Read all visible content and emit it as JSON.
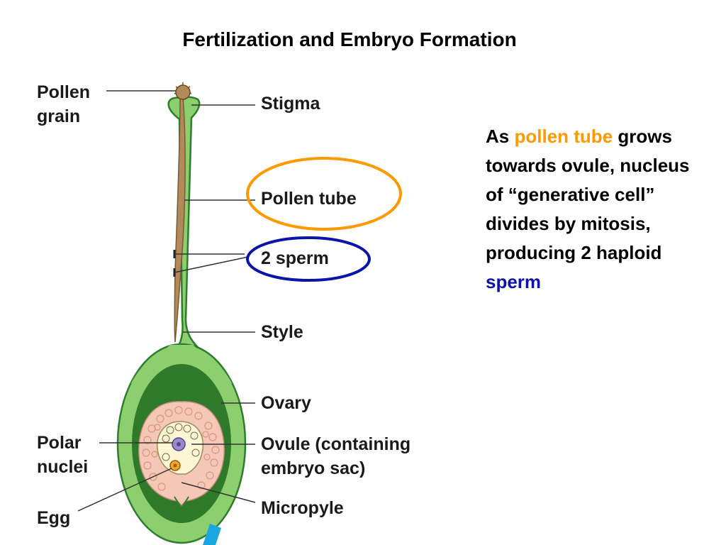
{
  "title": "Fertilization and Embryo Formation",
  "labels": {
    "pollen_grain": [
      "Pollen",
      "grain"
    ],
    "stigma": "Stigma",
    "pollen_tube": "Pollen tube",
    "two_sperm": "2 sperm",
    "style": "Style",
    "ovary": "Ovary",
    "ovule": [
      "Ovule (containing",
      "embryo sac)"
    ],
    "polar_nuclei": [
      "Polar",
      "nuclei"
    ],
    "egg": "Egg",
    "micropyle": "Micropyle"
  },
  "explanation": {
    "part1": "As ",
    "highlight1": "pollen tube",
    "part2": " grows towards ovule,  nucleus of  “generative cell” divides by mitosis, producing 2 haploid ",
    "highlight2": "sperm"
  },
  "colors": {
    "pistil_fill": "#8dcf6e",
    "pistil_outline": "#2e7d2e",
    "ovary_cavity": "#2f7a2a",
    "ovule_fill": "#f5c7b6",
    "pollen_tube": "#b08a5a",
    "highlight_orange": "#ff9900",
    "highlight_blue": "#0a14a8"
  }
}
